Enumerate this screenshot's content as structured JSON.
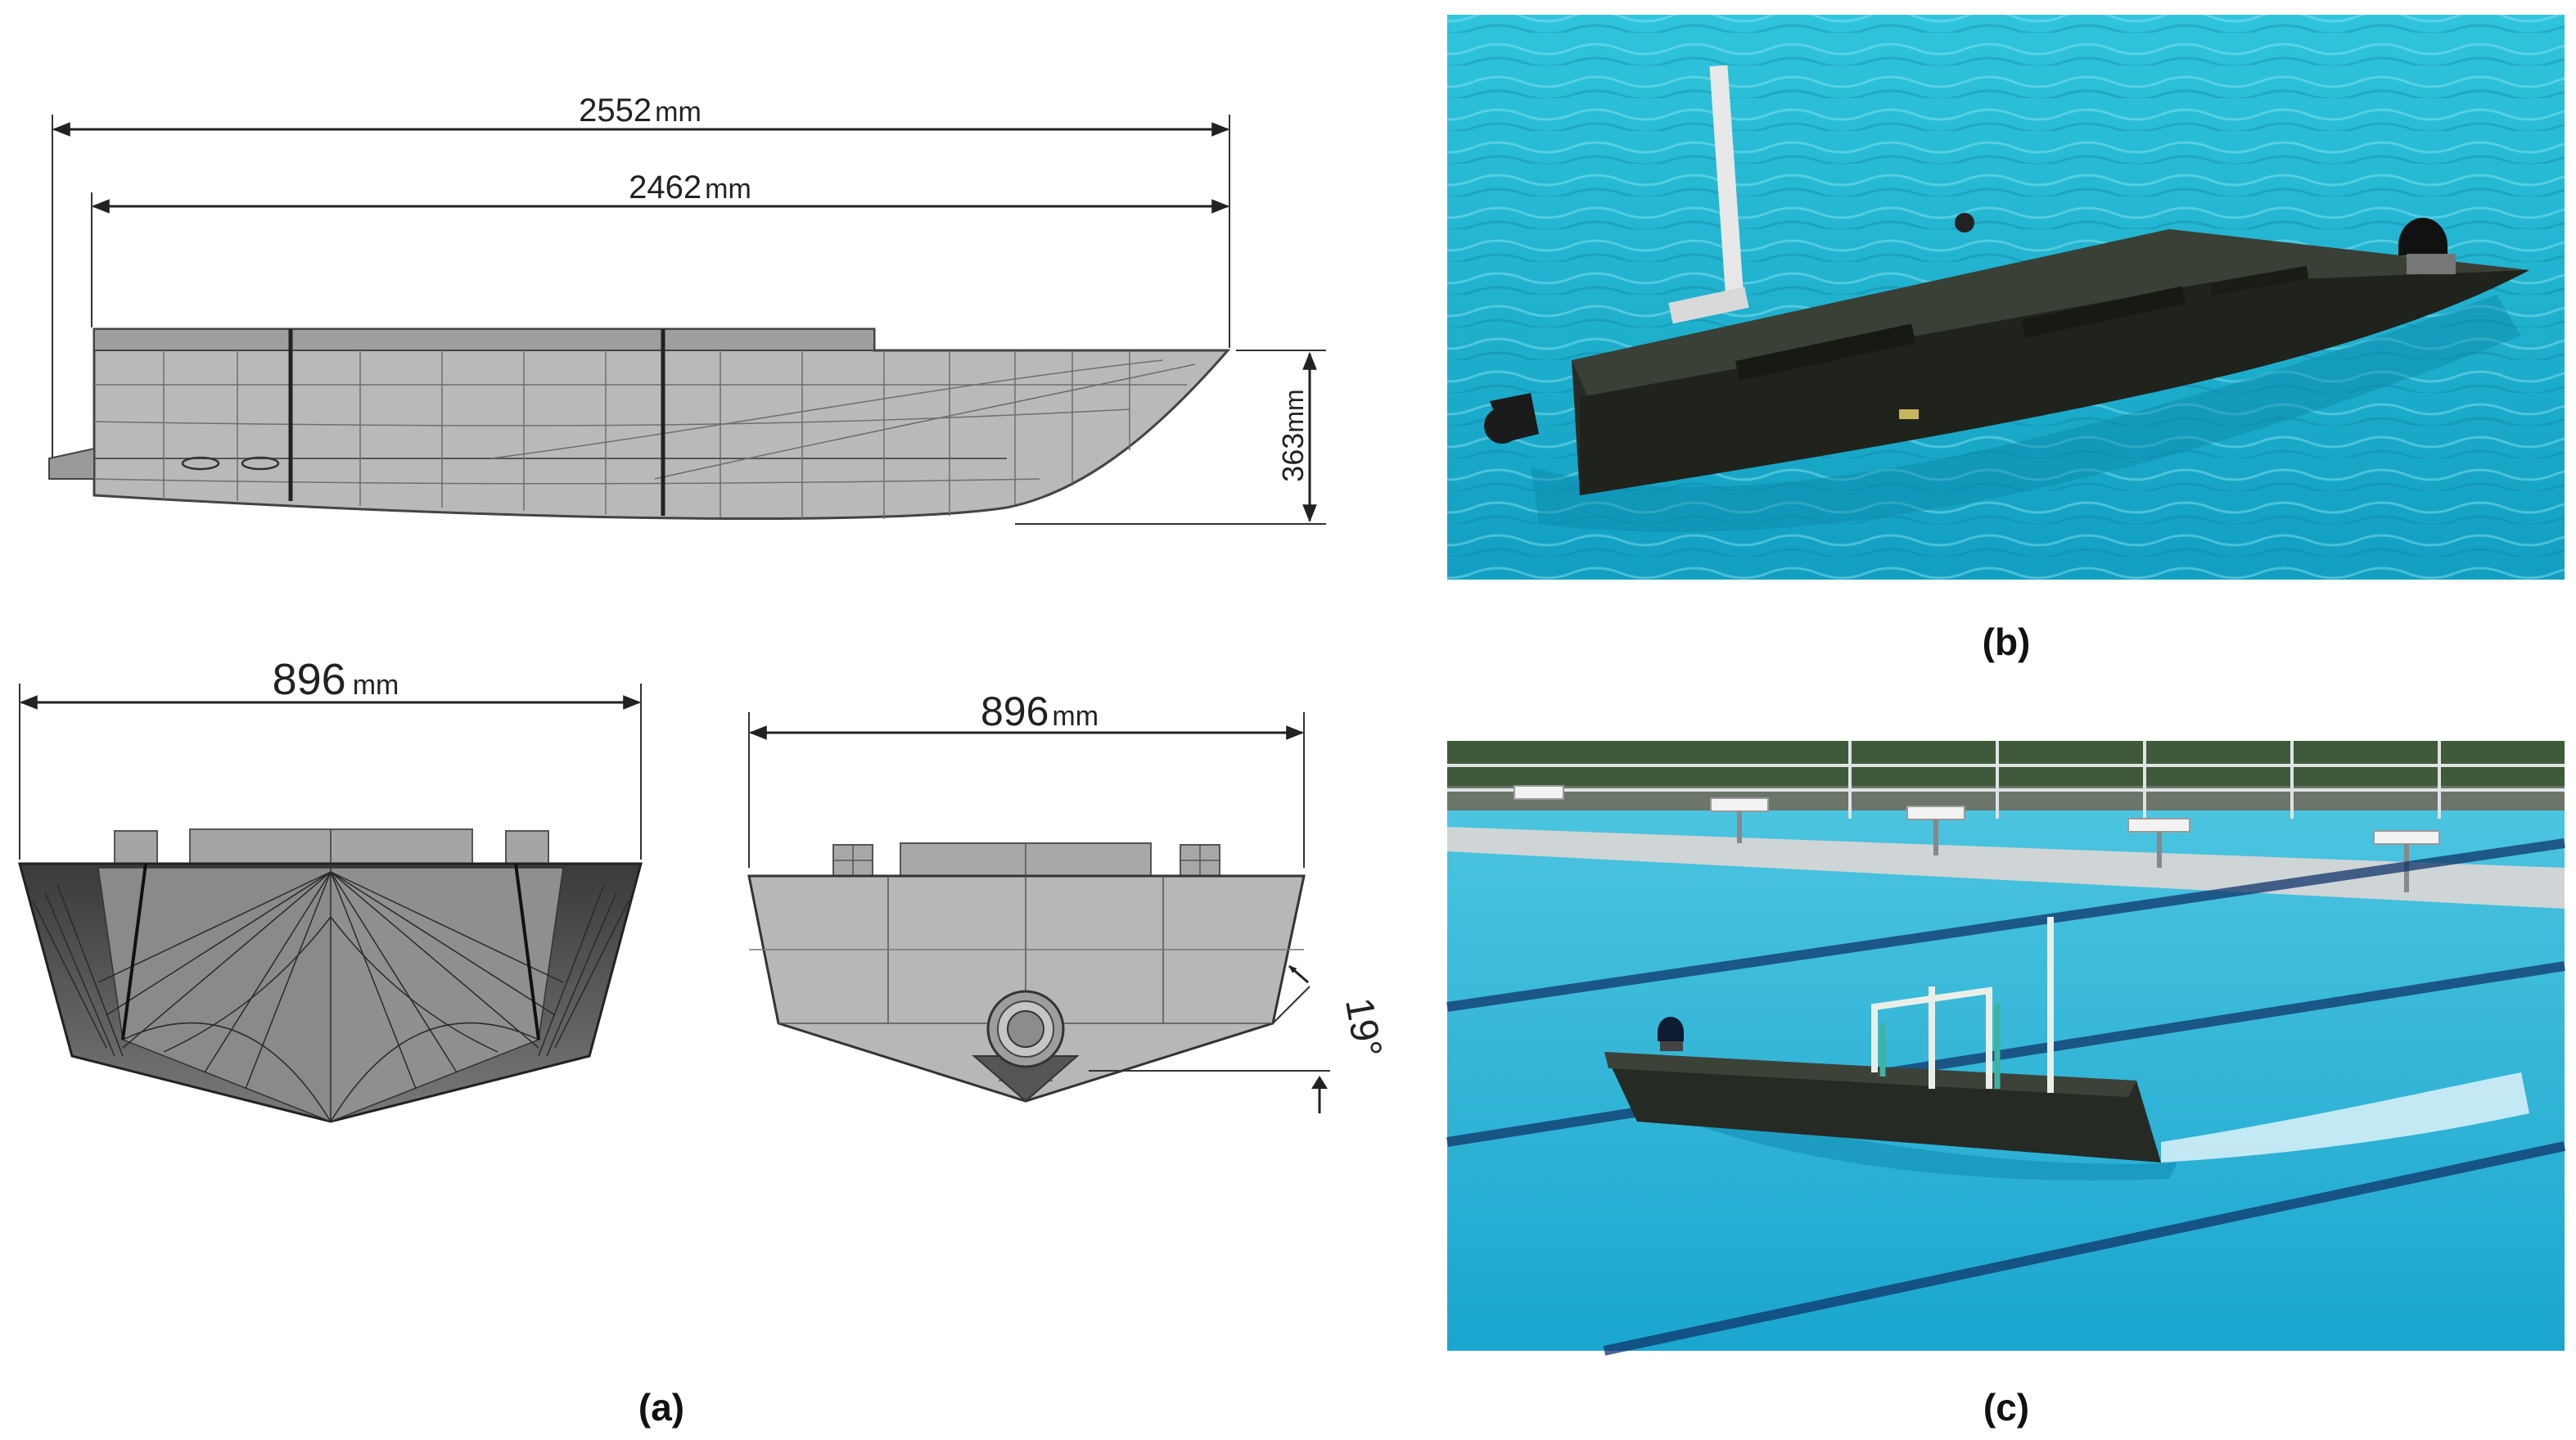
{
  "drawing": {
    "side_view": {
      "overall_length": {
        "value": "2552",
        "unit": "mm"
      },
      "hull_length": {
        "value": "2462",
        "unit": "mm"
      },
      "height": {
        "value": "363",
        "unit": "mm"
      }
    },
    "front_view": {
      "width": {
        "value": "896",
        "unit": "mm"
      }
    },
    "rear_view": {
      "width": {
        "value": "896",
        "unit": "mm"
      },
      "deadrise": {
        "value": "19°"
      }
    }
  },
  "captions": {
    "a": "(a)",
    "b": "(b)",
    "c": "(c)"
  },
  "colors": {
    "water": "#22b8d3",
    "water_dark": "#0f8fb0",
    "hull_dark": "#2e332b",
    "hull_grey": "#a8a8a8"
  }
}
